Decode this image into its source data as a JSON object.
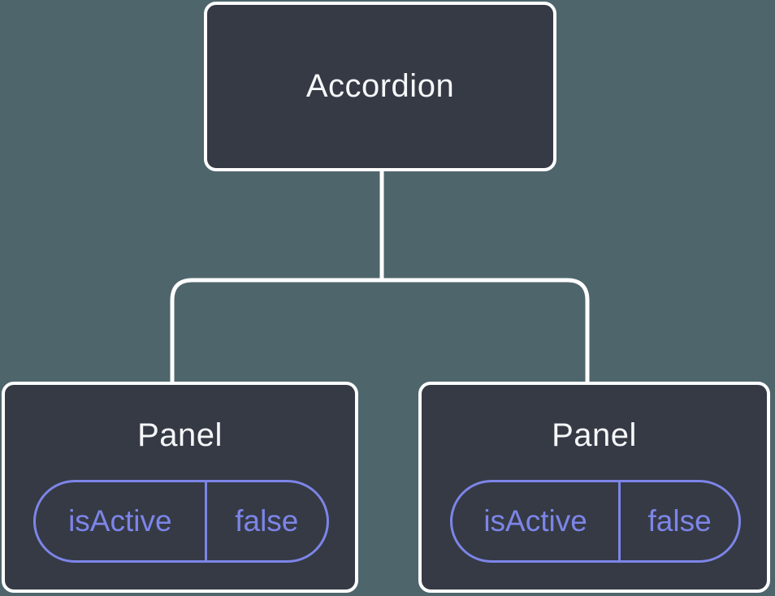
{
  "diagram": {
    "title": "component-state-tree",
    "root": {
      "label": "Accordion"
    },
    "children": [
      {
        "label": "Panel",
        "state": {
          "key": "isActive",
          "value": "false"
        }
      },
      {
        "label": "Panel",
        "state": {
          "key": "isActive",
          "value": "false"
        }
      }
    ],
    "colors": {
      "background": "#4E656C",
      "node_fill": "#353A45",
      "node_border": "#FFFFFF",
      "node_text": "#F6F7F9",
      "state_accent": "#7D85E8",
      "connector": "#FFFFFF"
    }
  }
}
